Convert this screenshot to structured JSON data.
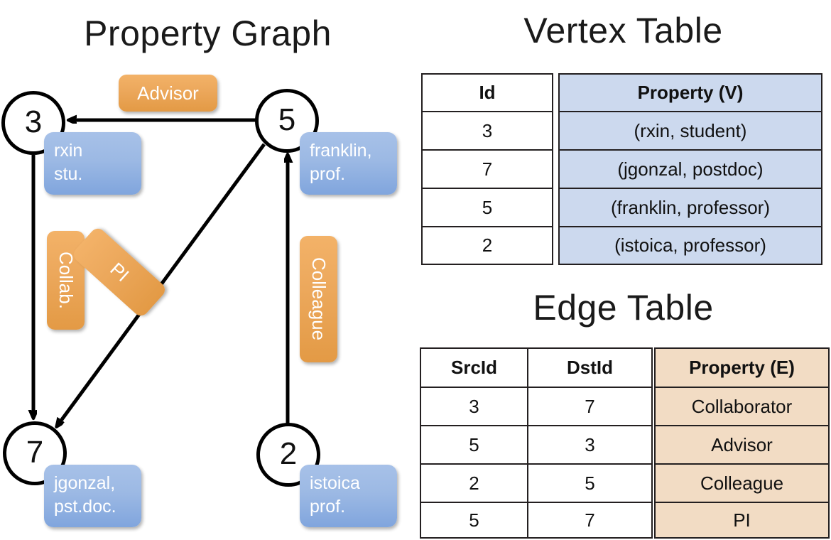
{
  "titles": {
    "property_graph": "Property Graph",
    "vertex_table": "Vertex Table",
    "edge_table": "Edge Table"
  },
  "colors": {
    "vertex_property_fill": "#ccd9ee",
    "edge_property_fill": "#f2dcc4",
    "vertex_box": "#9cb9e4",
    "edge_label_box": "#eca85c",
    "stroke": "#231f20"
  },
  "graph": {
    "nodes": [
      {
        "id": "3",
        "property_lines": [
          "rxin",
          "stu."
        ]
      },
      {
        "id": "5",
        "property_lines": [
          "franklin,",
          "prof."
        ]
      },
      {
        "id": "7",
        "property_lines": [
          "jgonzal,",
          "pst.doc."
        ]
      },
      {
        "id": "2",
        "property_lines": [
          "istoica",
          "prof."
        ]
      }
    ],
    "edge_labels": [
      {
        "name": "advisor",
        "text": "Advisor"
      },
      {
        "name": "collaborator",
        "text": "Collab."
      },
      {
        "name": "pi",
        "text": "PI"
      },
      {
        "name": "colleague",
        "text": "Colleague"
      }
    ]
  },
  "vertex_table": {
    "headers": [
      "Id",
      "Property (V)"
    ],
    "rows": [
      [
        "3",
        "(rxin, student)"
      ],
      [
        "7",
        "(jgonzal, postdoc)"
      ],
      [
        "5",
        "(franklin, professor)"
      ],
      [
        "2",
        "(istoica, professor)"
      ]
    ]
  },
  "edge_table": {
    "headers": [
      "SrcId",
      "DstId",
      "Property (E)"
    ],
    "rows": [
      [
        "3",
        "7",
        "Collaborator"
      ],
      [
        "5",
        "3",
        "Advisor"
      ],
      [
        "2",
        "5",
        "Colleague"
      ],
      [
        "5",
        "7",
        "PI"
      ]
    ]
  }
}
